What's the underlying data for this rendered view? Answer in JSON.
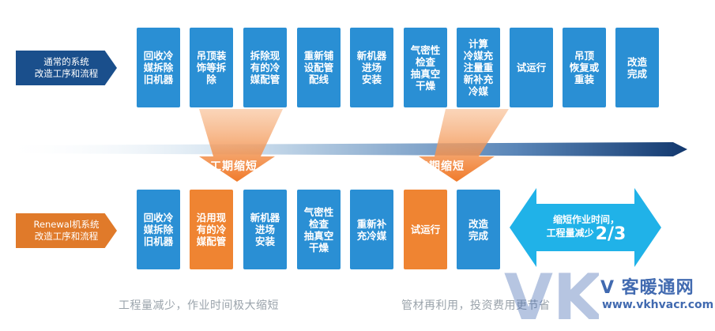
{
  "top_row": {
    "label": "通常的系统\n改造工序和流程",
    "steps": [
      "回收冷\n媒拆除\n旧机器",
      "吊顶装\n饰等拆\n除",
      "拆除现\n有的冷\n媒配管",
      "重新铺\n设配管\n配线",
      "新机器\n进场\n安装",
      "气密性\n检查\n抽真空\n干燥",
      "计算\n冷媒充\n注量重\n新补充\n冷媒",
      "试运行",
      "吊顶\n恢复或\n重装",
      "改造\n完成"
    ]
  },
  "bottom_row": {
    "label": "Renewal机系统\n改造工序和流程",
    "steps": [
      "回收冷\n媒拆除\n旧机器",
      "沿用现\n有的冷\n媒配管",
      "新机器\n进场\n安装",
      "气密性\n检查\n抽真空\n干燥",
      "重新补\n充冷媒",
      "试运行",
      "改造\n完成"
    ]
  },
  "shorten_label_1": "工期缩短",
  "shorten_label_2": "工期缩短",
  "result_arrow": {
    "line1": "缩短作业时间，",
    "line2": "工程量减少",
    "fraction": "2/3"
  },
  "captions": {
    "left": "工程量减少，作业时间极大缩短",
    "right": "管材再利用，投资费用更节省"
  },
  "watermark": {
    "logo": "VK",
    "name": "V 客暖通网",
    "url": "www.vkhvacr.com"
  },
  "colors": {
    "blue_step": "#2a8fd4",
    "orange_step": "#ef8432",
    "top_label": "#1a4f8c",
    "bottom_label": "#e07a2a",
    "result_arrow": "#20b2e8"
  }
}
